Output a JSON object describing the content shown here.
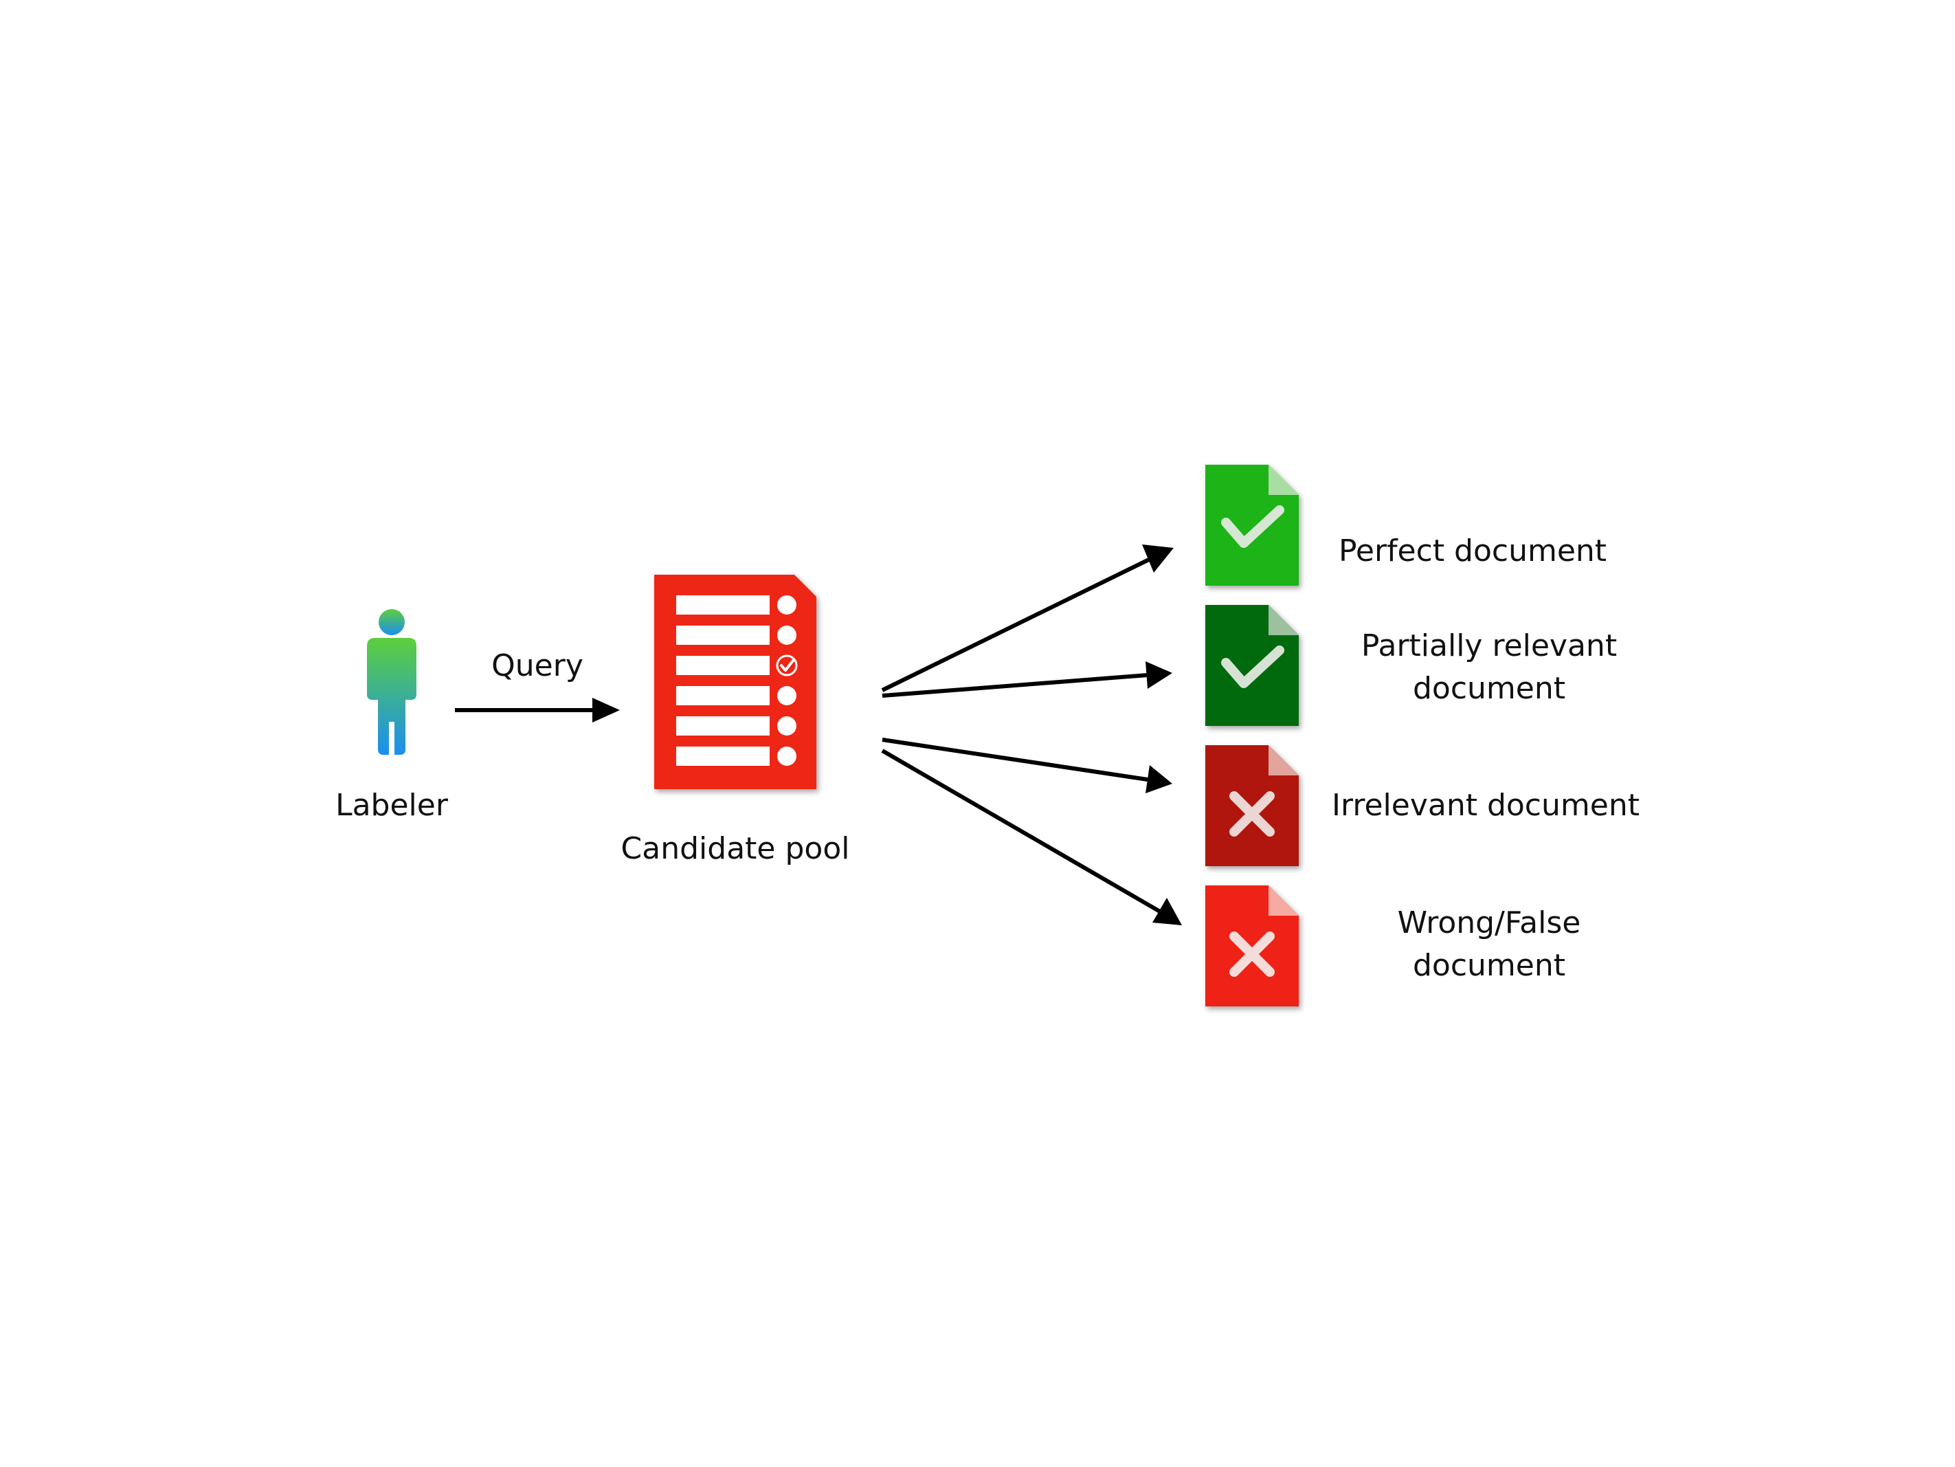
{
  "labeler": {
    "label": "Labeler",
    "icon": "person-icon",
    "gradient_top": "#5ccf3d",
    "gradient_bottom": "#1b8ff0"
  },
  "query": {
    "label": "Query"
  },
  "candidate_pool": {
    "label": "Candidate pool",
    "icon": "checklist-document-icon",
    "color": "#ee2514"
  },
  "outcomes": [
    {
      "label_lines": [
        "Perfect document"
      ],
      "icon": "check-document-icon",
      "color": "#1fb414",
      "fold_color": "#a9dea3"
    },
    {
      "label_lines": [
        "Partially relevant",
        "document"
      ],
      "icon": "check-document-icon",
      "color": "#056b09",
      "fold_color": "#9dc09e"
    },
    {
      "label_lines": [
        "Irrelevant document"
      ],
      "icon": "cross-document-icon",
      "color": "#b01507",
      "fold_color": "#e2a49c"
    },
    {
      "label_lines": [
        "Wrong/False",
        "document"
      ],
      "icon": "cross-document-icon",
      "color": "#ee2212",
      "fold_color": "#f6aba2"
    }
  ]
}
